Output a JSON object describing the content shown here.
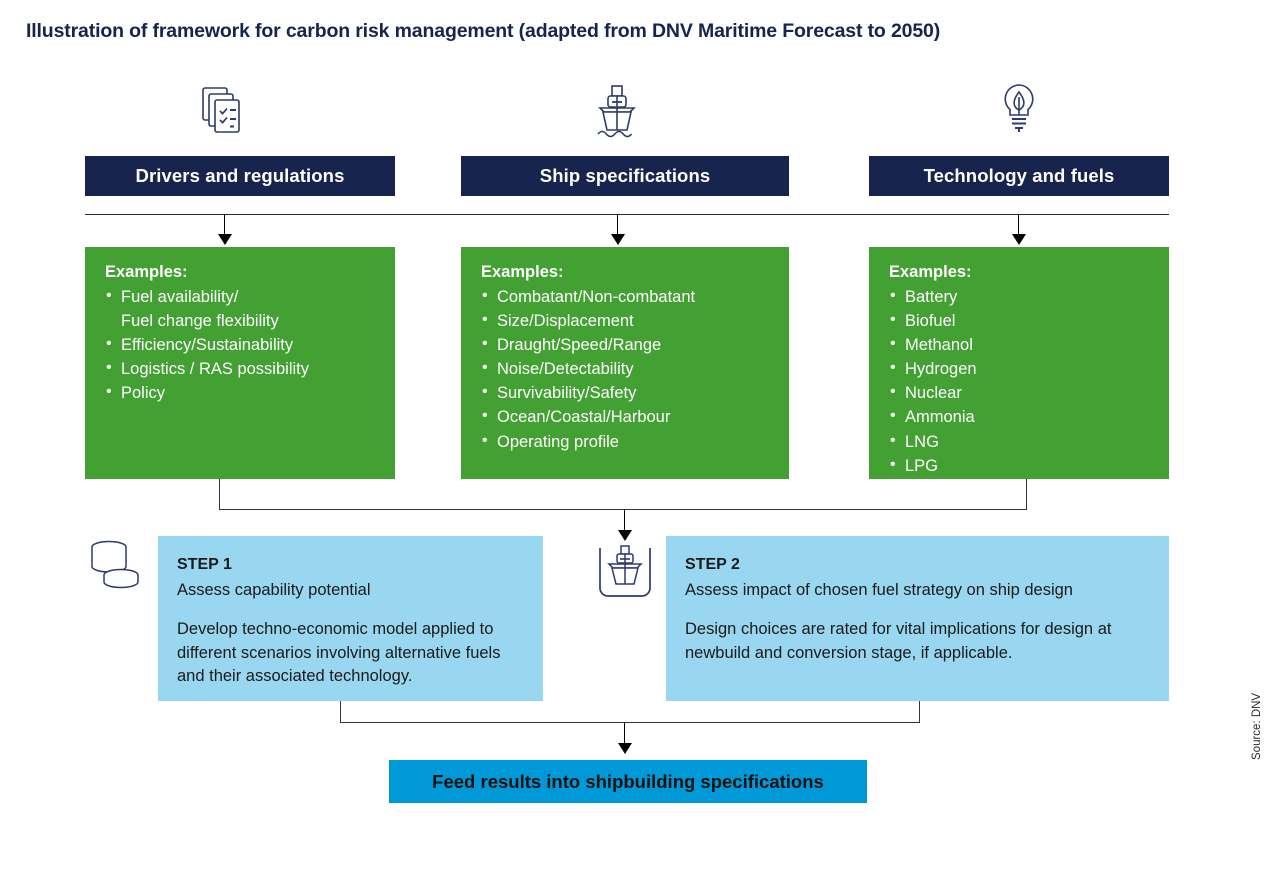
{
  "title": "Illustration of framework for carbon risk management (adapted from DNV Maritime Forecast to 2050)",
  "columns": [
    {
      "header": "Drivers and regulations",
      "icon": "documents-checklist-icon",
      "examples_label": "Examples:",
      "items": [
        "Fuel availability/",
        "Fuel change flexibility",
        "Efficiency/Sustainability",
        "Logistics / RAS possibility",
        "Policy"
      ],
      "continuation_indices": [
        1
      ]
    },
    {
      "header": "Ship specifications",
      "icon": "ship-front-icon",
      "examples_label": "Examples:",
      "items": [
        "Combatant/Non-combatant",
        "Size/Displacement",
        "Draught/Speed/Range",
        "Noise/Detectability",
        "Survivability/Safety",
        "Ocean/Coastal/Harbour",
        "Operating profile"
      ],
      "continuation_indices": []
    },
    {
      "header": "Technology and fuels",
      "icon": "lightbulb-leaf-icon",
      "examples_label": "Examples:",
      "items": [
        "Battery",
        "Biofuel",
        "Methanol",
        "Hydrogen",
        "Nuclear",
        "Ammonia",
        "LNG",
        "LPG"
      ],
      "continuation_indices": []
    }
  ],
  "steps": [
    {
      "label": "STEP 1",
      "subtitle": "Assess capability potential",
      "body": "Develop techno-economic model applied to different scenarios involving alternative fuels and their associated technology.",
      "icon": "coins-stack-icon"
    },
    {
      "label": "STEP 2",
      "subtitle": "Assess impact of chosen fuel strategy on ship design",
      "body": "Design choices are rated for vital implications for design at newbuild and conversion stage, if applicable.",
      "icon": "ship-in-dock-icon"
    }
  ],
  "final_bar": {
    "label": "Feed results into shipbuilding specifications"
  },
  "source": "Source: DNV",
  "colors": {
    "navy": "#16244e",
    "green": "#43a033",
    "light_blue": "#98d7ef",
    "bright_blue": "#0099d8",
    "icon_stroke": "#2e3a6b"
  }
}
